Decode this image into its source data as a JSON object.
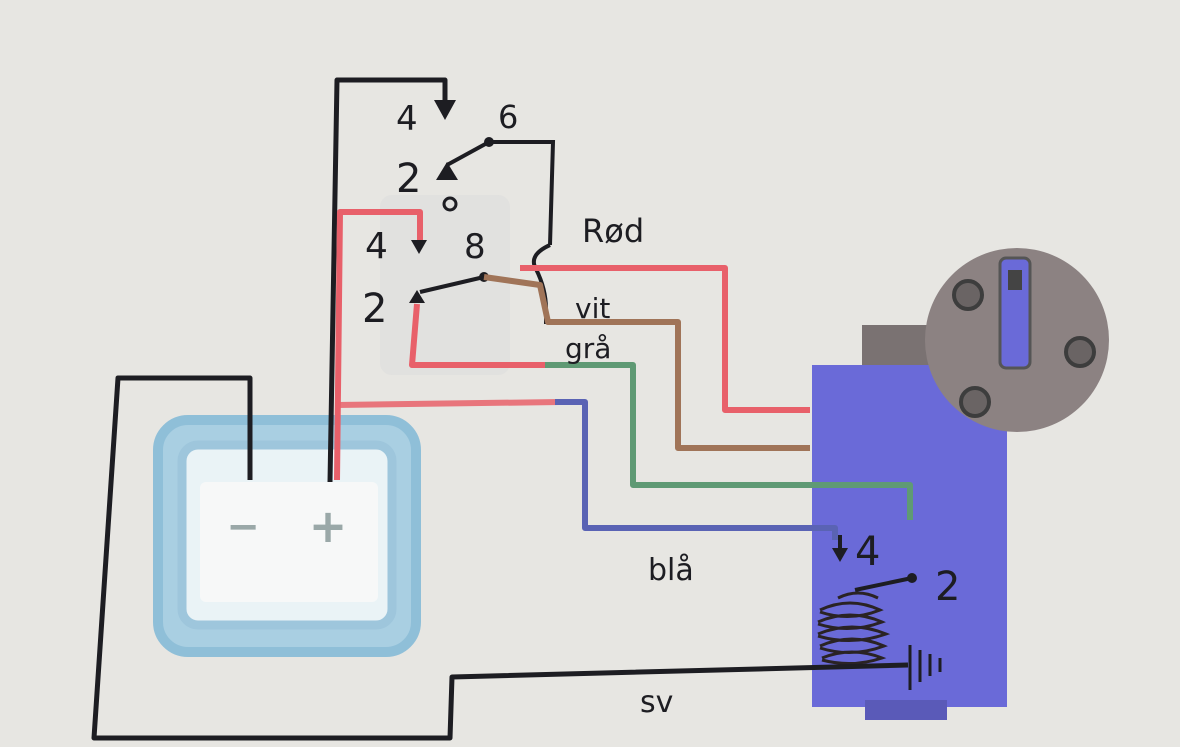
{
  "colors": {
    "paper": "#ecebe7",
    "ink": "#1d1d22",
    "red": "#e8606a",
    "brown": "#a07458",
    "green": "#5f9a74",
    "blue": "#5a63b4",
    "motor_body": "#6a6ad8",
    "motor_head": "#8c8282",
    "battery_frame": "#9ec6dc"
  },
  "battery": {
    "minus": "−",
    "plus": "+"
  },
  "switch": {
    "upper": {
      "pin_4": "4",
      "pin_2": "2",
      "pin_6": "6"
    },
    "lower": {
      "pin_4": "4",
      "pin_2": "2",
      "pin_8": "8"
    }
  },
  "wires": {
    "rod": "Rød",
    "vit": "vit",
    "gra": "grå",
    "bla": "blå",
    "sv": "sv"
  },
  "motor": {
    "pin_4": "4",
    "pin_2": "2"
  }
}
